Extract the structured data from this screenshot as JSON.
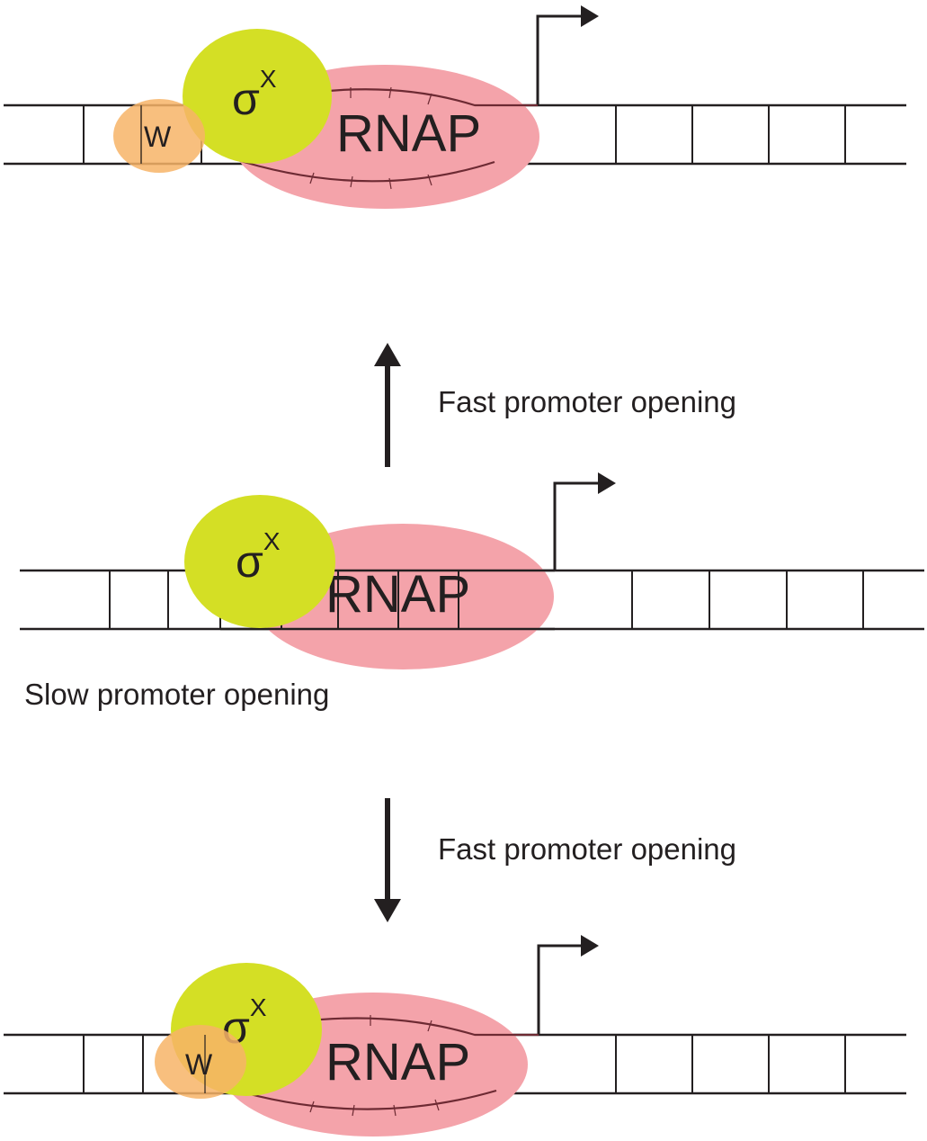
{
  "labels": {
    "rnap": "RNAP",
    "sigma_symbol": "σ",
    "sigma_superscript": "X",
    "w_factor": "W",
    "fast_top": "Fast promoter opening",
    "slow_middle": "Slow promoter opening",
    "fast_bottom": "Fast promoter opening"
  },
  "colors": {
    "rnap": "#f4a3aa",
    "sigma": "#d4df25",
    "w_factor": "#f7b467",
    "dna": "#231f20",
    "arrow": "#231f20"
  },
  "panels": [
    {
      "id": "top",
      "state": "open complex with sigma X and W bound"
    },
    {
      "id": "middle",
      "state": "closed complex with sigma X only"
    },
    {
      "id": "bottom",
      "state": "open complex with sigma X and W bound"
    }
  ],
  "transitions": [
    {
      "from": "middle",
      "to": "top",
      "label_key": "fast_top"
    },
    {
      "from": "middle",
      "to": "bottom",
      "label_key": "fast_bottom"
    }
  ]
}
